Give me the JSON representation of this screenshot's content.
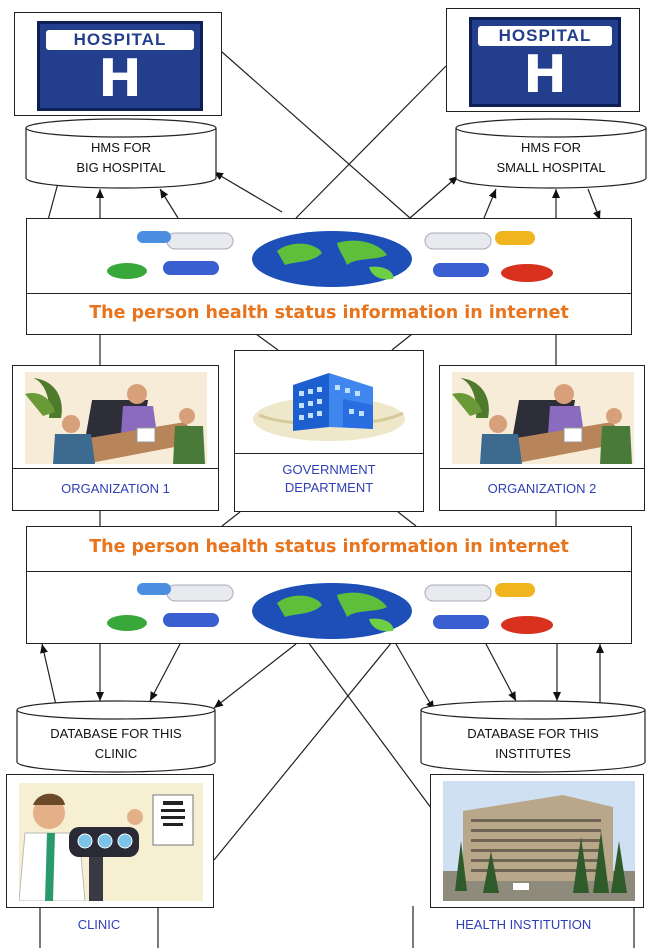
{
  "hospital_sign_text": "HOSPITAL",
  "hospital_sign_letter": "H",
  "hms_big": [
    "HMS FOR",
    "BIG HOSPITAL"
  ],
  "hms_small": [
    "HMS FOR",
    "SMALL HOSPITAL"
  ],
  "internet_label_top": "The person health status information in internet",
  "internet_label_bottom": "The person health status information in internet",
  "org1": "ORGANIZATION 1",
  "org2": "ORGANIZATION 2",
  "gov": [
    "GOVERNMENT",
    "DEPARTMENT"
  ],
  "db_clinic": [
    "DATABASE FOR THIS",
    "CLINIC"
  ],
  "db_institutes": [
    "DATABASE FOR THIS",
    "INSTITUTES"
  ],
  "clinic": "CLINIC",
  "health_institution": "HEALTH INSTITUTION",
  "colors": {
    "label_blue": "#2f3fb5",
    "label_orange": "#e8741d",
    "sign_blue": "#233e8c"
  },
  "icons": [
    "hospital-sign-icon",
    "globe-network-icon",
    "office-meeting-icon",
    "government-building-icon",
    "eye-doctor-icon",
    "hospital-building-photo"
  ]
}
